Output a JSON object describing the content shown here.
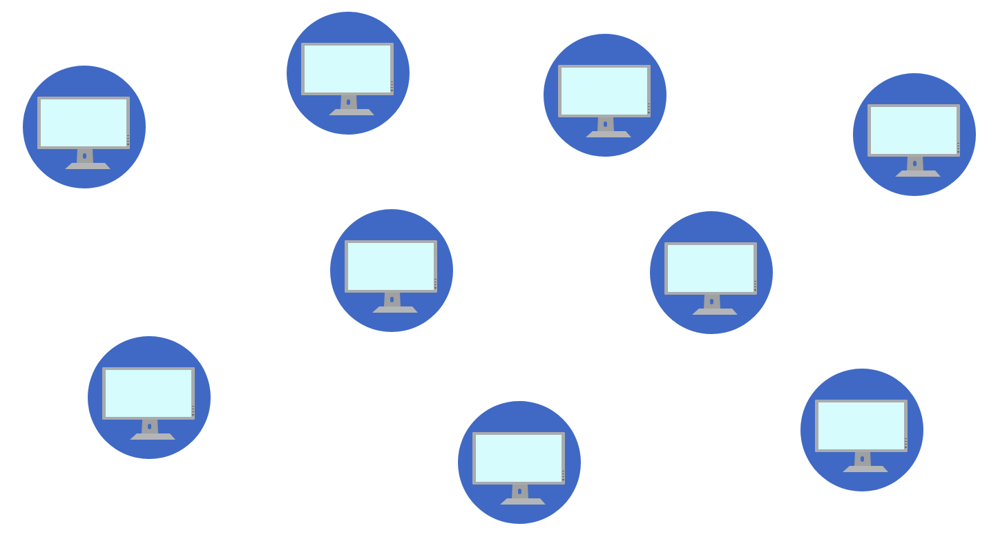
{
  "diagram": {
    "node_count": 9,
    "node_icon": "monitor-icon",
    "colors": {
      "circle": "#3f69c4",
      "bezel": "#a9abad",
      "screen": "#d6fcfd",
      "stand": "#9fa0a2",
      "base": "#b4b5b7"
    },
    "nodes": [
      {
        "id": "computer-1"
      },
      {
        "id": "computer-2"
      },
      {
        "id": "computer-3"
      },
      {
        "id": "computer-4"
      },
      {
        "id": "computer-5"
      },
      {
        "id": "computer-6"
      },
      {
        "id": "computer-7"
      },
      {
        "id": "computer-8"
      },
      {
        "id": "computer-9"
      }
    ]
  }
}
